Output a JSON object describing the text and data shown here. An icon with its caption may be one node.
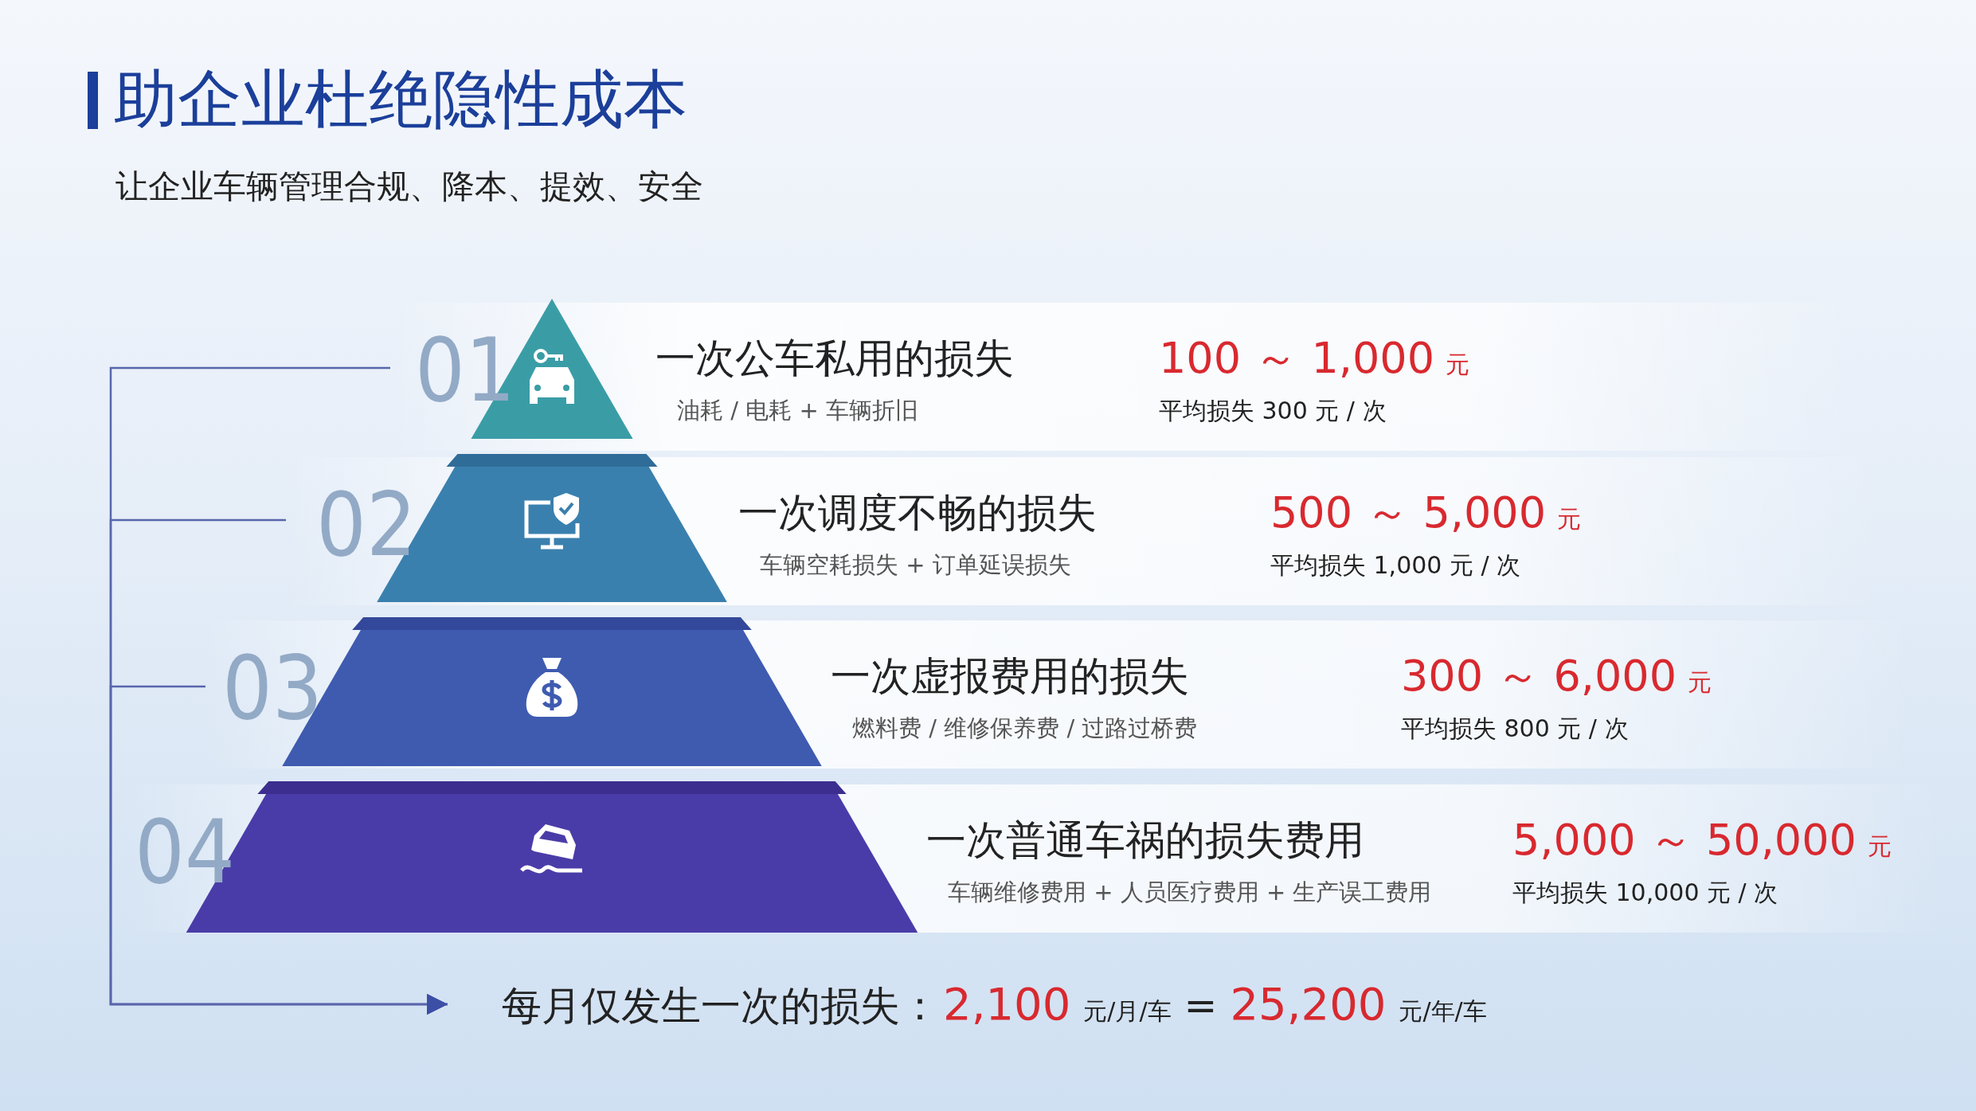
{
  "diagram": {
    "title": "助企业杜绝隐性成本",
    "nodes": [
      {
        "text": [
          "01",
          "一次公车私用的损失",
          "油耗 / 电耗 + 车辆折旧",
          "100 ～ 1,000",
          "元",
          "平均损失 300 元 / 次"
        ]
      },
      {
        "text": [
          "02",
          "一次调度不畅的损失",
          "车辆空耗损失 + 订单延误损失",
          "500 ～ 5,000",
          "元",
          "平均损失 1,000 元 / 次"
        ]
      },
      {
        "text": [
          "03",
          "一次虚报费用的损失",
          "燃料费 / 维修保养费 / 过路过桥费",
          "300 ～ 6,000",
          "元",
          "平均损失 800 元 / 次"
        ]
      },
      {
        "text": [
          "04",
          "一次普通车祸的损失费用",
          "车辆维修费用 + 人员医疗费用 + 生产误工费用",
          "5,000 ～ 50,000",
          "元",
          "平均损失 10,000 元 / 次"
        ]
      },
      {
        "text": [
          "每月仅发生一次的损失：",
          "2,100",
          "元/月/车",
          "=",
          "25,200",
          "元/年/车"
        ]
      }
    ],
    "edges": [
      {
        "from": 0,
        "to": 4,
        "arrow": "to"
      },
      {
        "from": 1,
        "to": 4,
        "arrow": "to"
      },
      {
        "from": 2,
        "to": 4,
        "arrow": "to"
      }
    ],
    "labels": [
      "让企业车辆管理合规、降本、提效、安全"
    ]
  }
}
